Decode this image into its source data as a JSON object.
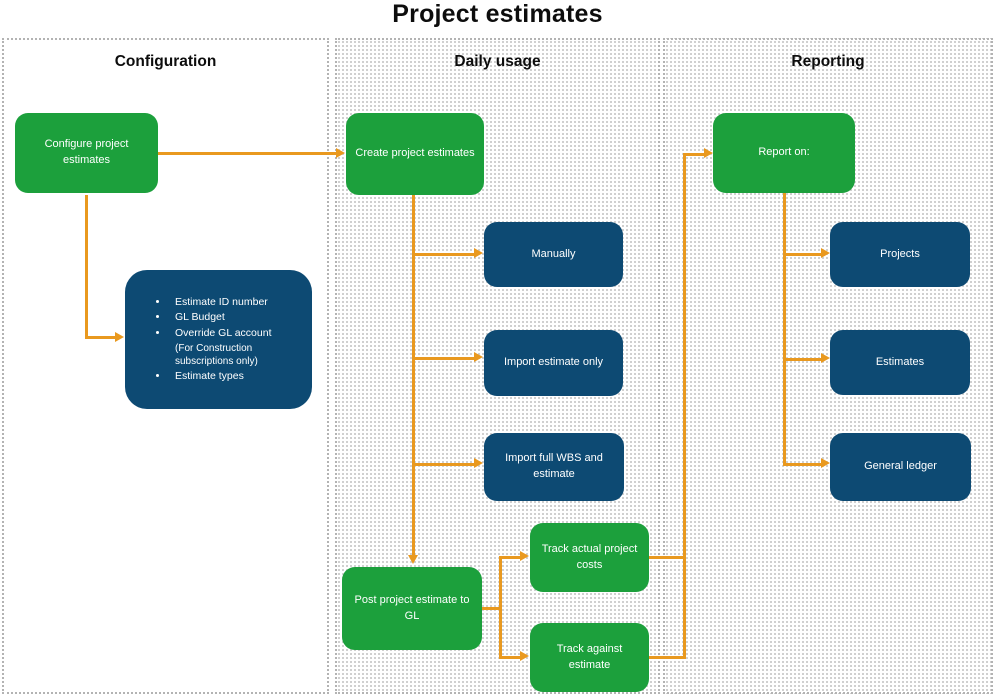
{
  "title": "Project estimates",
  "colors": {
    "node_green": "#1ca03c",
    "node_blue": "#0d4a73",
    "connector_orange": "#e9991f",
    "column_border": "#b3b3b3"
  },
  "columns": [
    {
      "id": "configuration",
      "title": "Configuration"
    },
    {
      "id": "daily-usage",
      "title": "Daily usage"
    },
    {
      "id": "reporting",
      "title": "Reporting"
    }
  ],
  "nodes": {
    "configure": {
      "label": "Configure project estimates"
    },
    "config_details": {
      "items": [
        "Estimate ID number",
        "GL Budget",
        "Override GL account",
        "Estimate types"
      ],
      "note": "(For Construction subscriptions only)"
    },
    "create": {
      "label": "Create project estimates"
    },
    "manually": {
      "label": "Manually"
    },
    "import_estimate": {
      "label": "Import estimate only"
    },
    "import_wbs": {
      "label": "Import full WBS and estimate"
    },
    "post": {
      "label": "Post project estimate to GL"
    },
    "track_actual": {
      "label": "Track actual project costs"
    },
    "track_against": {
      "label": "Track against estimate"
    },
    "report": {
      "label": "Report on:"
    },
    "projects": {
      "label": "Projects"
    },
    "estimates": {
      "label": "Estimates"
    },
    "general_ledger": {
      "label": "General ledger"
    }
  },
  "edges": [
    {
      "from": "configure",
      "to": "create"
    },
    {
      "from": "configure",
      "to": "config_details"
    },
    {
      "from": "create",
      "to": "manually"
    },
    {
      "from": "create",
      "to": "import_estimate"
    },
    {
      "from": "create",
      "to": "import_wbs"
    },
    {
      "from": "create",
      "to": "post"
    },
    {
      "from": "post",
      "to": "track_actual"
    },
    {
      "from": "post",
      "to": "track_against"
    },
    {
      "from": "track_actual",
      "to": "report"
    },
    {
      "from": "track_against",
      "to": "report"
    },
    {
      "from": "report",
      "to": "projects"
    },
    {
      "from": "report",
      "to": "estimates"
    },
    {
      "from": "report",
      "to": "general_ledger"
    }
  ]
}
